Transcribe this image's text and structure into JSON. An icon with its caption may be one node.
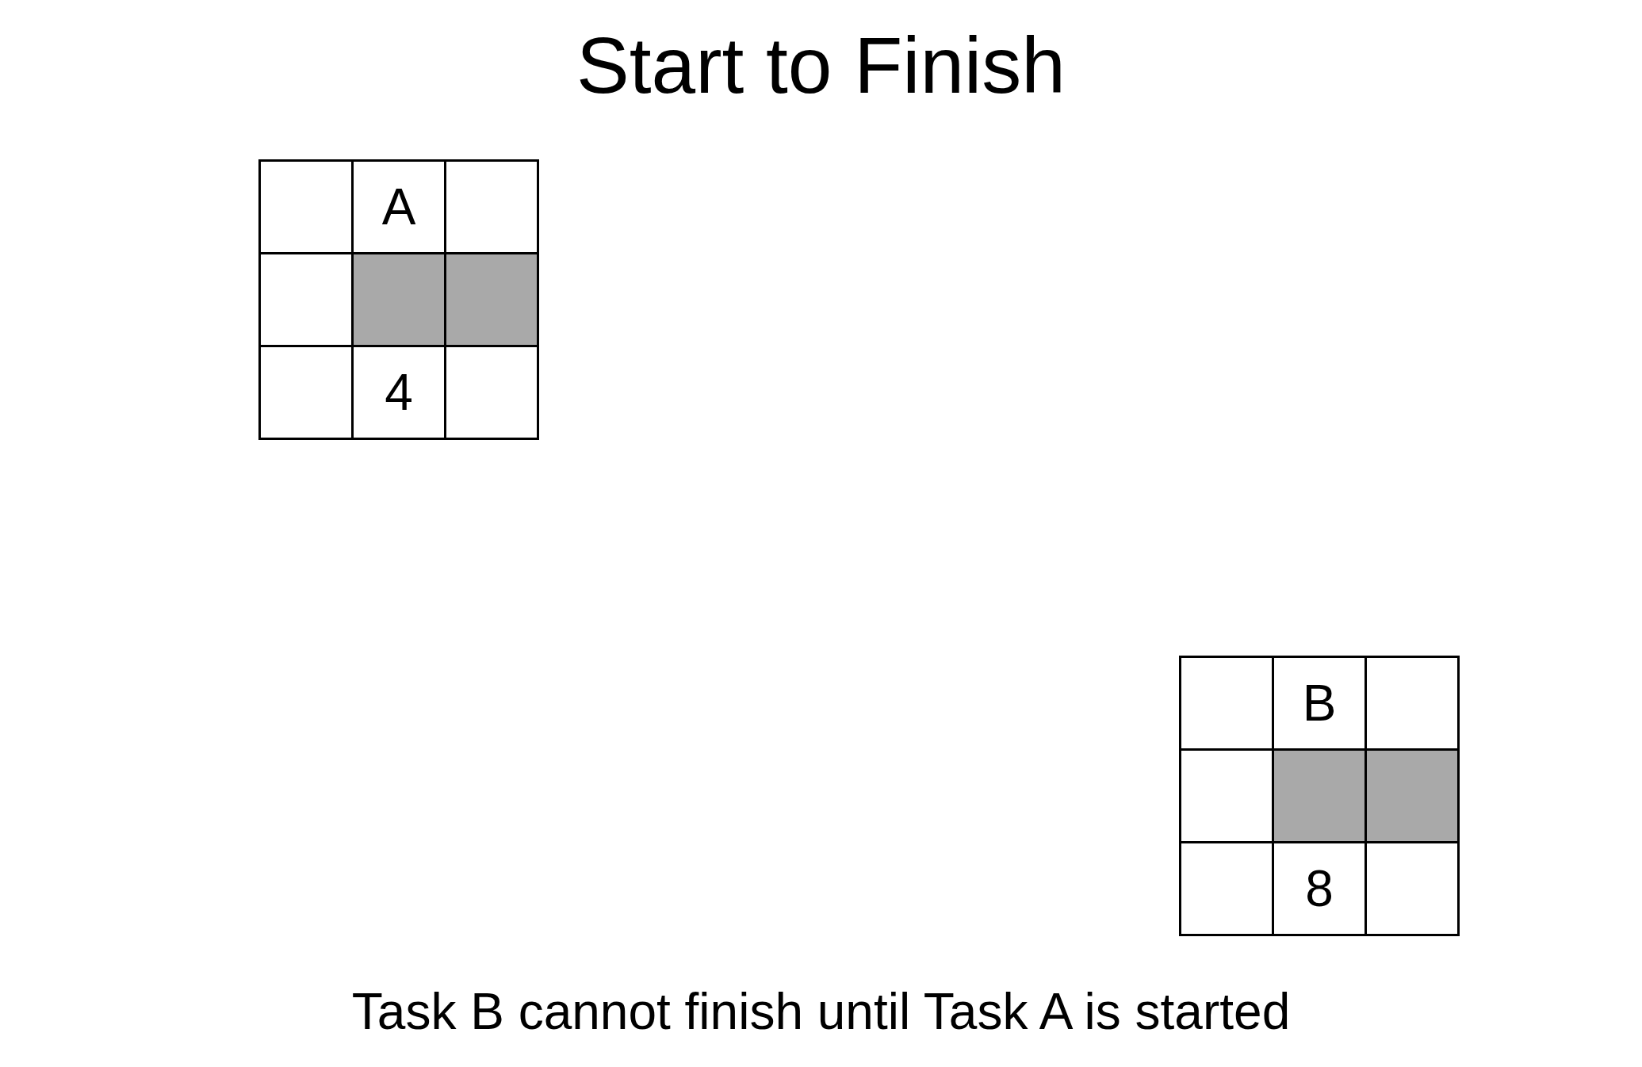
{
  "diagram": {
    "title": "Start to Finish",
    "nodes": [
      {
        "text": [
          "A",
          "4"
        ]
      },
      {
        "text": [
          "B",
          "8"
        ]
      }
    ],
    "caption": "Task B cannot finish until Task A is started"
  }
}
